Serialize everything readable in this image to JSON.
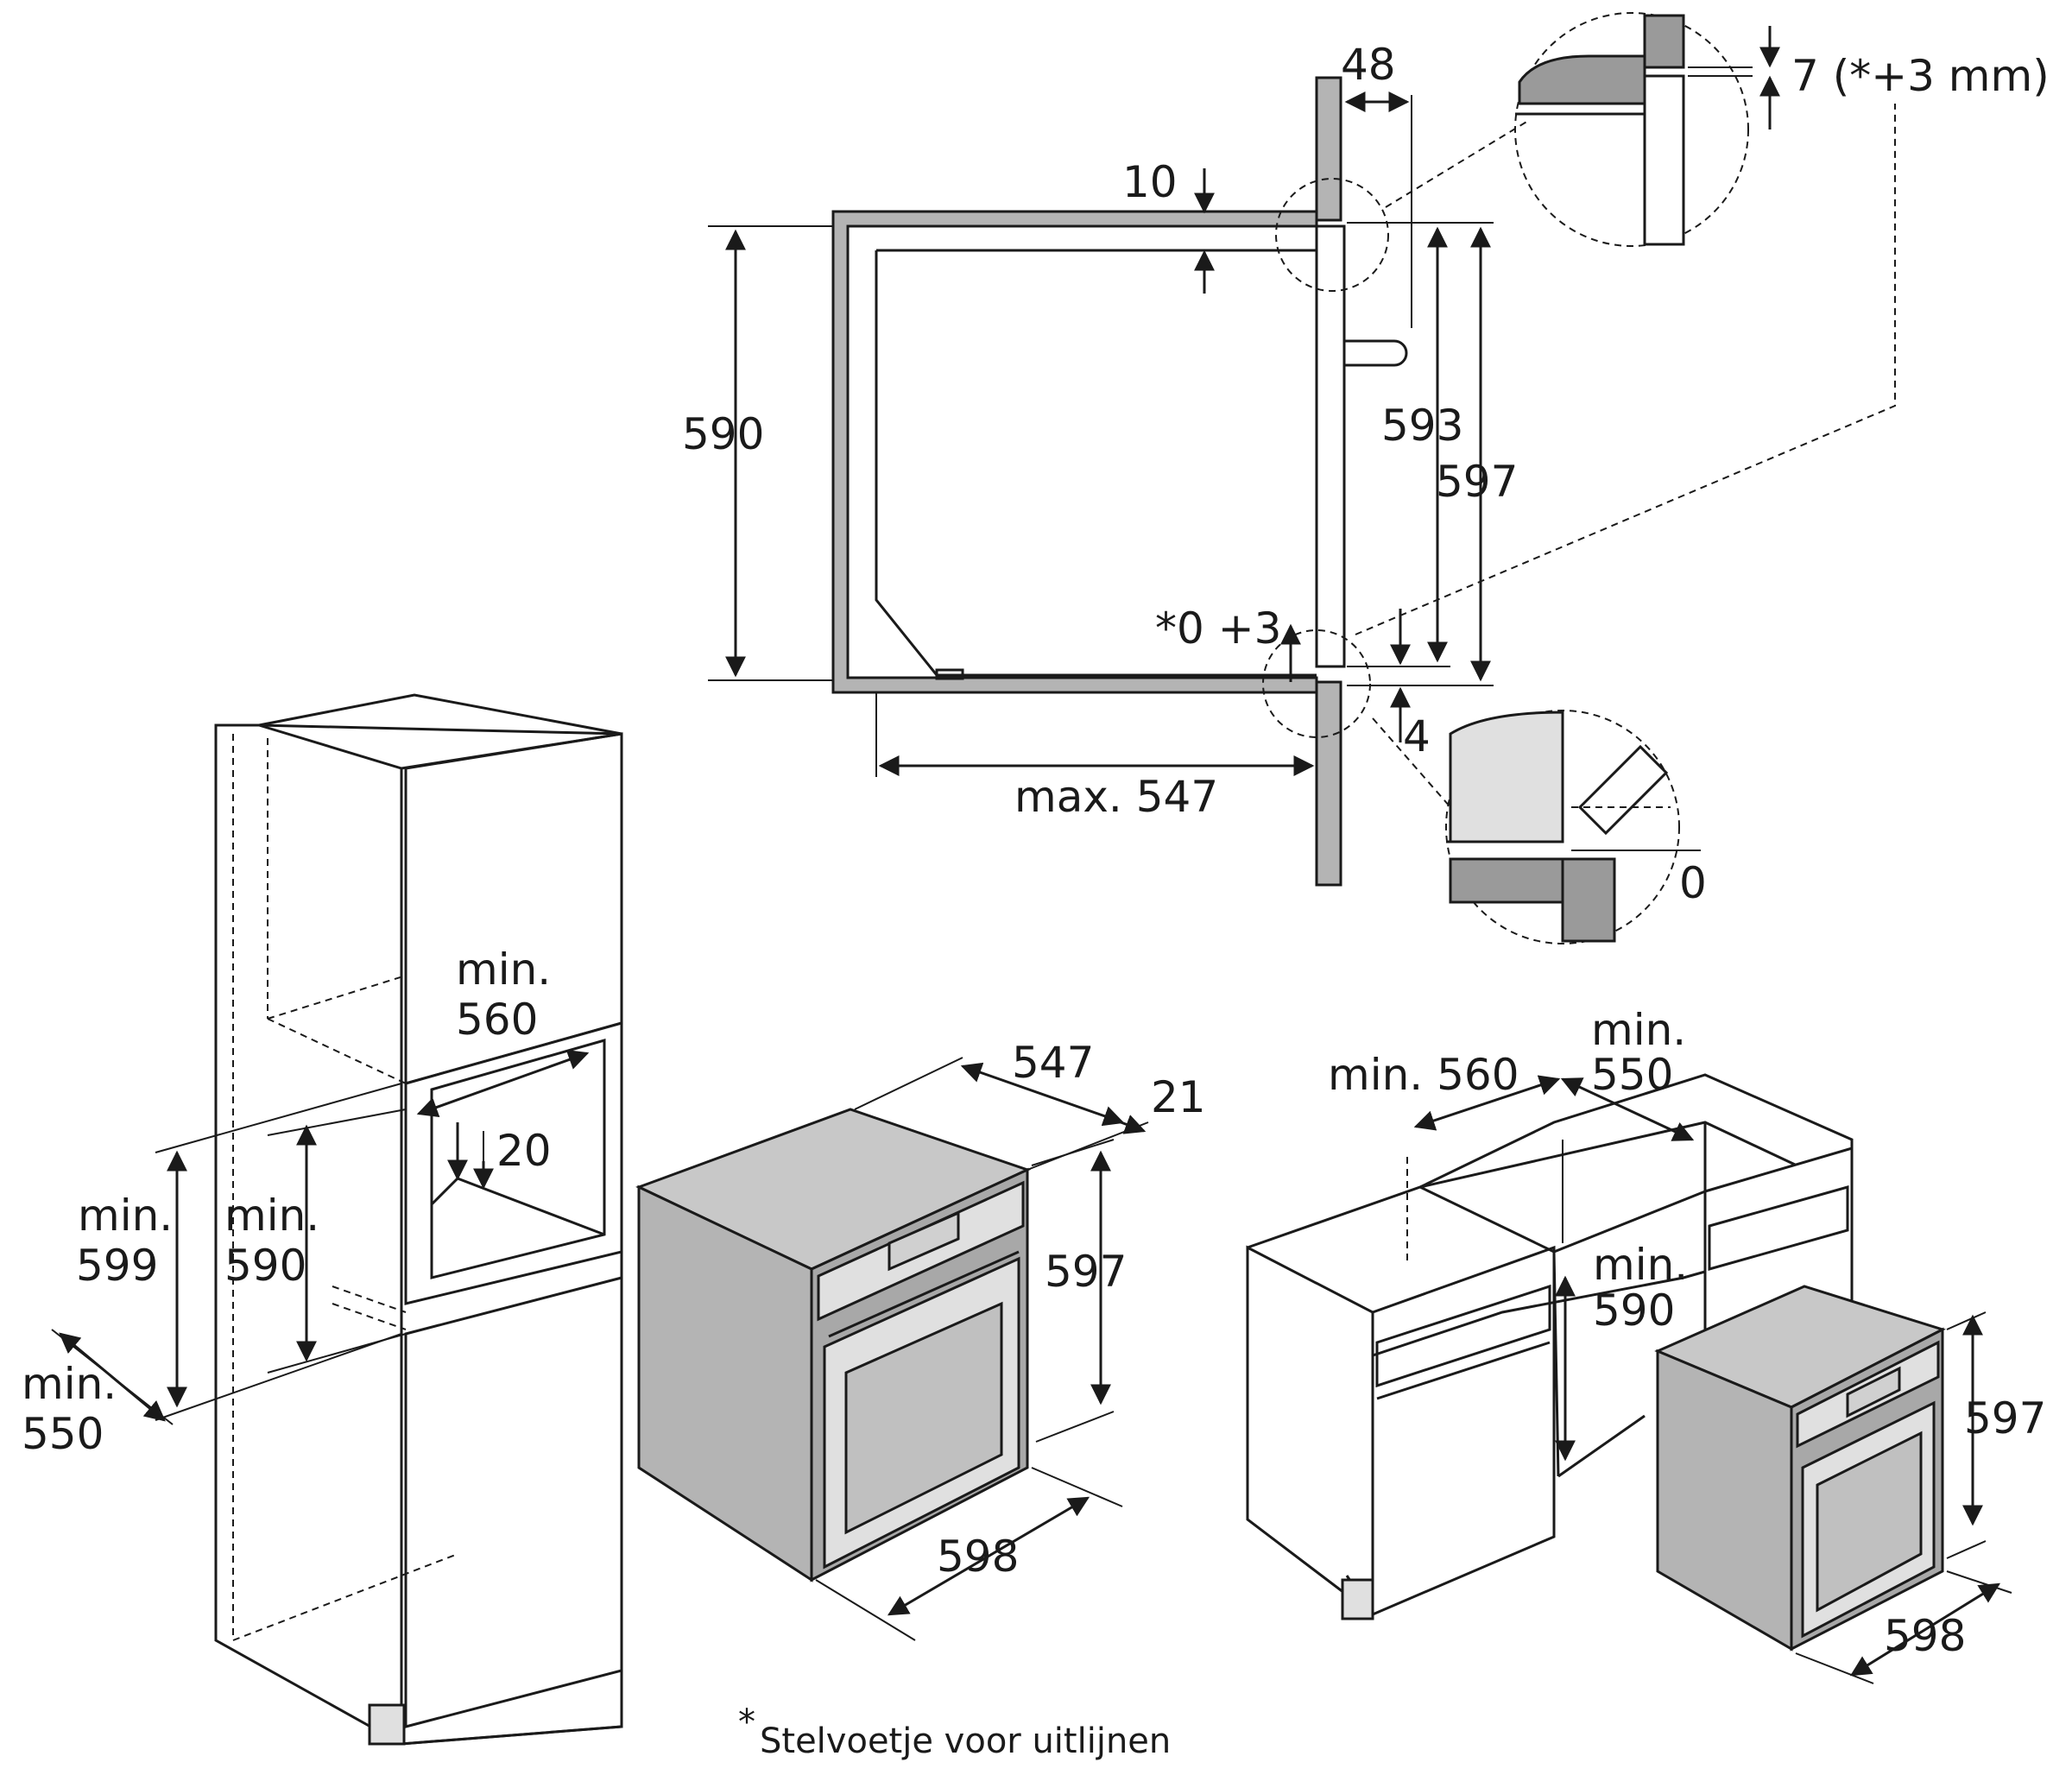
{
  "labels": {
    "d48": "48",
    "d7": "7 (*+3 mm)",
    "d10": "10",
    "d590_side": "590",
    "d593": "593",
    "d597_side": "597",
    "d0_3": "*0 +3",
    "d4": "4",
    "d0": "0",
    "max547": "max. 547",
    "tall_min560_a": "min.",
    "tall_min560_b": "560",
    "tall_d20": "20",
    "tall_min599_a": "min.",
    "tall_min599_b": "599",
    "tall_min590_a": "min.",
    "tall_min590_b": "590",
    "tall_min550_a": "min.",
    "tall_min550_b": "550",
    "oven_547": "547",
    "oven_21": "21",
    "oven_597": "597",
    "oven_598": "598",
    "under_min560": "min. 560",
    "under_min550_a": "min.",
    "under_min550_b": "550",
    "under_min590_a": "min.",
    "under_min590_b": "590",
    "under_597": "597",
    "under_598": "598",
    "footnote_star": "*",
    "footnote": "Stelvoetje voor uitlijnen"
  }
}
